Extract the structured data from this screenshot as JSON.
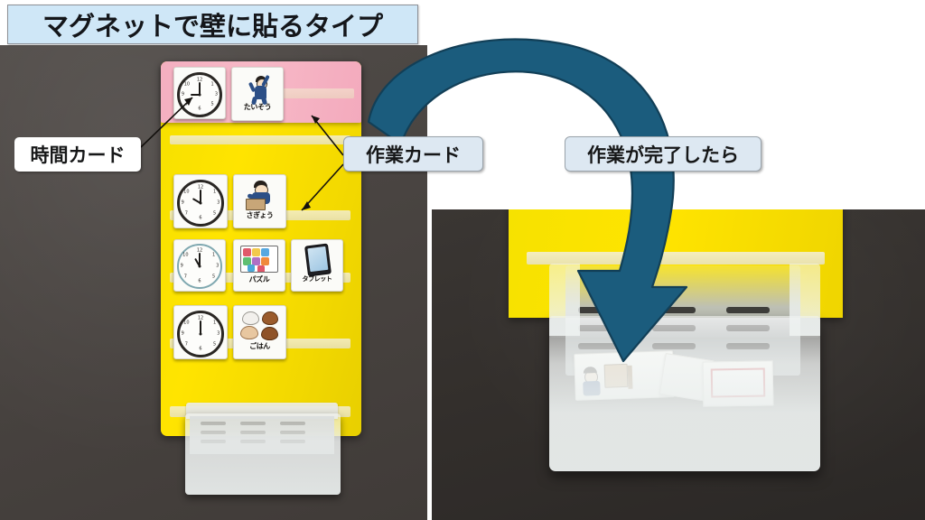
{
  "title_banner": {
    "text": "マグネットで壁に貼るタイプ",
    "bg_color": "#cfe7f7",
    "border_color": "#8d9096"
  },
  "callouts": [
    {
      "id": "time-card",
      "text": "時間カード",
      "style": "white"
    },
    {
      "id": "task-card",
      "text": "作業カード",
      "style": "pale-blue"
    },
    {
      "id": "work-complete",
      "text": "作業が完了したら",
      "style": "pale-blue"
    }
  ],
  "arrow": {
    "color": "#1b5c7d",
    "outline": "#123f57",
    "direction": "curved-down-right"
  },
  "left_photo": {
    "wall_color": "#4a4542",
    "board_color": "#ffe400",
    "header_band_color": "#f4afc0",
    "schedule_rows": [
      {
        "time_card": {
          "type": "clock",
          "time": "9:00",
          "bezel": "dark"
        },
        "task_cards": [
          {
            "label": "たいそう",
            "pictogram": "person-stretching"
          }
        ]
      },
      {
        "time_card": {
          "type": "clock",
          "time": "10:00",
          "bezel": "dark"
        },
        "task_cards": [
          {
            "label": "さぎょう",
            "pictogram": "person-working"
          }
        ]
      },
      {
        "time_card": {
          "type": "clock",
          "time": "11:00",
          "bezel": "teal"
        },
        "task_cards": [
          {
            "label": "パズル",
            "pictogram": "jigsaw-puzzle"
          },
          {
            "label": "タブレット",
            "pictogram": "tablet-device"
          }
        ]
      },
      {
        "time_card": {
          "type": "clock",
          "time": "12:00",
          "bezel": "dark"
        },
        "task_cards": [
          {
            "label": "ごはん",
            "pictogram": "meal-bowls"
          }
        ]
      }
    ],
    "basket": {
      "material": "translucent-white",
      "vent_rows": 2,
      "vent_columns": 3
    }
  },
  "right_photo": {
    "wall_color": "#332f2c",
    "board_color": "#ffe400",
    "basket": {
      "material": "translucent-white",
      "vent_rows": 3,
      "vent_columns": 3,
      "contents": "finished task cards"
    }
  }
}
